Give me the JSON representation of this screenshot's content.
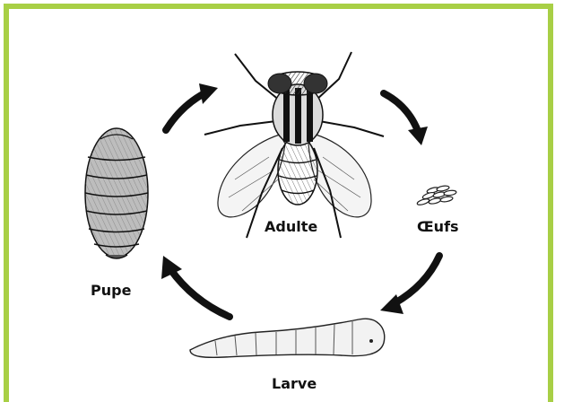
{
  "frame_color": "#a8cf45",
  "stages": {
    "adult": {
      "label": "Adulte",
      "icon": "fly-icon"
    },
    "eggs": {
      "label": "Œufs",
      "icon": "eggs-icon"
    },
    "larva": {
      "label": "Larve",
      "icon": "larva-icon"
    },
    "pupa": {
      "label": "Pupe",
      "icon": "pupa-icon"
    }
  },
  "arrows": [
    "arrow-icon",
    "arrow-icon",
    "arrow-icon",
    "arrow-icon"
  ]
}
